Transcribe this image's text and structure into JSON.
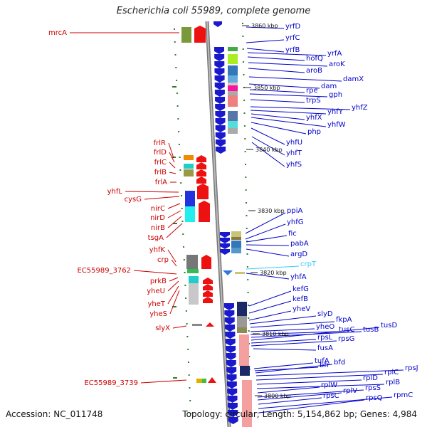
{
  "title": "Escherichia coli 55989, complete genome",
  "footer": {
    "accession": "Accession: NC_011748",
    "summary": "Topology: circular; Length: 5,154,862 bp; Genes: 4,984"
  },
  "colors": {
    "minus_label": "#cc0000",
    "plus_label": "#0000cc",
    "rna_label": "#33ccff",
    "backbone": "#888888",
    "marker": "#2e7d2e"
  },
  "ticks": [
    "3860 kbp",
    "3850 kbp",
    "3840 kbp",
    "3830 kbp",
    "3820 kbp",
    "3810 kbp",
    "3800 kbp"
  ],
  "left_labels": [
    "mrcA",
    "frlR",
    "frlD",
    "frlC",
    "frlB",
    "frlA",
    "yhfL",
    "cysG",
    "nirC",
    "nirD",
    "nirB",
    "tsgA",
    "yhfK",
    "crp",
    "EC55989_3762",
    "prkB",
    "yheU",
    "yheT",
    "yheS",
    "slyX",
    "EC55989_3739"
  ],
  "right_labels": [
    "yrfD",
    "yrfC",
    "yrfB",
    "yrfA",
    "hofQ",
    "aroK",
    "aroB",
    "damX",
    "dam",
    "rpe",
    "gph",
    "trpS",
    "yhfZ",
    "yhfY",
    "yhfX",
    "yhfW",
    "php",
    "yhfU",
    "yhfT",
    "yhfS",
    "ppiA",
    "yhfG",
    "fic",
    "pabA",
    "argD",
    "crpT",
    "yhfA",
    "kefG",
    "kefB",
    "yheV",
    "slyD",
    "fkpA",
    "yheO",
    "tusC",
    "tusB",
    "tusD",
    "rpsL",
    "rpsG",
    "fusA",
    "tufA",
    "bfr",
    "bfd",
    "rpsJ",
    "rplC",
    "rplD",
    "rplB",
    "rplW",
    "rpsS",
    "rplV",
    "rpsC",
    "rpmC",
    "rpsQ"
  ]
}
